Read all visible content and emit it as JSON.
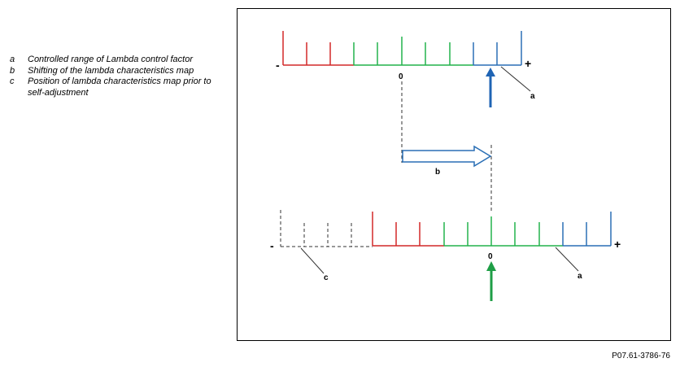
{
  "legend": {
    "items": [
      {
        "key": "a",
        "text": "Controlled range of Lambda control factor"
      },
      {
        "key": "b",
        "text": "Shifting of the lambda characteristics map"
      },
      {
        "key": "c",
        "text": "Position of lambda characteristics map prior to self-adjustment"
      }
    ]
  },
  "diagram": {
    "minus": "-",
    "plus": "+",
    "zero": "0",
    "label_a": "a",
    "label_b": "b",
    "label_c": "c",
    "colors": {
      "red": "#d22828",
      "green": "#22b24c",
      "blue": "#2a6fb5",
      "dark": "#333333",
      "arrow_blue": "#1f64b4",
      "arrow_green": "#1e9e46"
    }
  },
  "reference": "P07.61-3786-76"
}
